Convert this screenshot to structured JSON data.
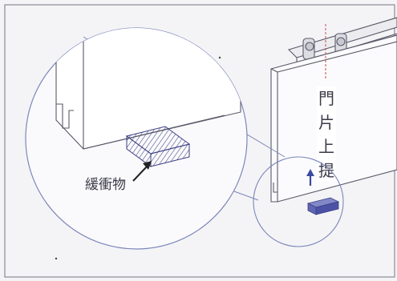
{
  "labels": {
    "buffer": "緩衝物",
    "door_lift": [
      "門",
      "片",
      "上",
      "提"
    ]
  },
  "colors": {
    "line": "#5a5a6a",
    "magnifier": "#7c86b8",
    "buffer_fill": "#4b52a6",
    "arrow_up": "#3c4aa0",
    "guide_line": "#d04848",
    "background": "#f4f4f7"
  },
  "icons": {
    "callout_arrow": "arrow-up-right-icon",
    "lift_arrow": "arrow-up-icon"
  }
}
